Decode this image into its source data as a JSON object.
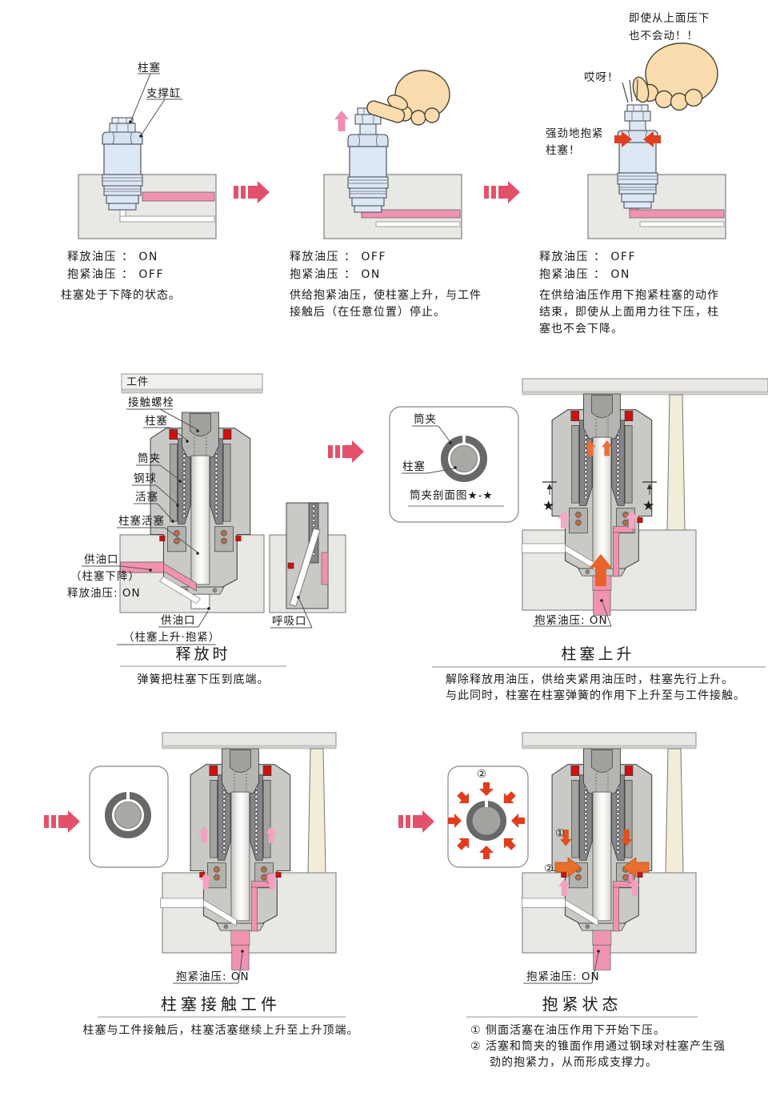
{
  "colors": {
    "pink_channel": "#f093b0",
    "flow_arrow": "#e4506a",
    "orange_arrow": "#e8632a",
    "device_blue": "#dce8f3",
    "fixture_gray": "#e8e8e4",
    "collet_gray": "#85858a",
    "seal_red": "#d01010",
    "workpiece_beige": "#f1edd9"
  },
  "top_row": {
    "p1": {
      "label_plunger": "柱塞",
      "label_cylinder": "支撑缸",
      "status1": "释放油压 ： ON",
      "status2": "抱紧油压 ： OFF",
      "caption": "柱塞处于下降的状态。"
    },
    "p2": {
      "status1": "释放油压 ： OFF",
      "status2": "抱紧油压 ： ON",
      "caption1": "供给抱紧油压，使柱塞上升，与工件",
      "caption2": "接触后（在任意位置）停止。"
    },
    "p3": {
      "note1": "即使从上面压下",
      "note2": "也不会动！！",
      "ouch": "哎呀！",
      "grip1": "强劲地抱紧",
      "grip2": "柱塞！",
      "status1": "释放油压 ： OFF",
      "status2": "抱紧油压 ： ON",
      "caption1": "在供给油压作用下抱紧柱塞的动作",
      "caption2": "结束，即使从上面用力往下压，柱",
      "caption3": "塞也不会下降。"
    }
  },
  "release": {
    "workpiece": "工件",
    "label_contact_bolt": "接触螺栓",
    "label_plunger": "柱塞",
    "label_collet": "筒夹",
    "label_steel_ball": "钢球",
    "label_piston": "活塞",
    "label_plunger_piston": "柱塞活塞",
    "inlet_line1": "供油口",
    "inlet_line2": "（柱塞下降）",
    "inlet_line3": "释放油压: ON",
    "bottom_port_line1": "供油口",
    "bottom_port_line2": "（柱塞上升·抱紧）",
    "breather": "呼吸口",
    "title": "释放时",
    "caption": "弹簧把柱塞下压到底端。"
  },
  "collet_detail": {
    "label_collet": "筒夹",
    "label_plunger": "柱塞",
    "caption": "筒夹剖面图★-★"
  },
  "rise": {
    "star_left": "★",
    "star_right": "★",
    "port_label": "抱紧油压: ON",
    "title": "柱塞上升",
    "caption1": "解除释放用油压，供给夹紧用油压时，柱塞先行上升。",
    "caption2": "与此同时，柱塞在柱塞弹簧的作用下上升至与工件接触。"
  },
  "contact": {
    "port_label": "抱紧油压: ON",
    "title": "柱塞接触工件",
    "caption": "柱塞与工件接触后，柱塞活塞继续上升至上升顶端。"
  },
  "clamp": {
    "detail_marker": "②",
    "marker1": "①",
    "marker2": "②",
    "port_label": "抱紧油压: ON",
    "title": "抱紧状态",
    "caption1": "① 侧面活塞在油压作用下开始下压。",
    "caption2": "② 活塞和筒夹的锥面作用通过钢球对柱塞产生强",
    "caption3": "劲的抱紧力，从而形成支撑力。"
  }
}
